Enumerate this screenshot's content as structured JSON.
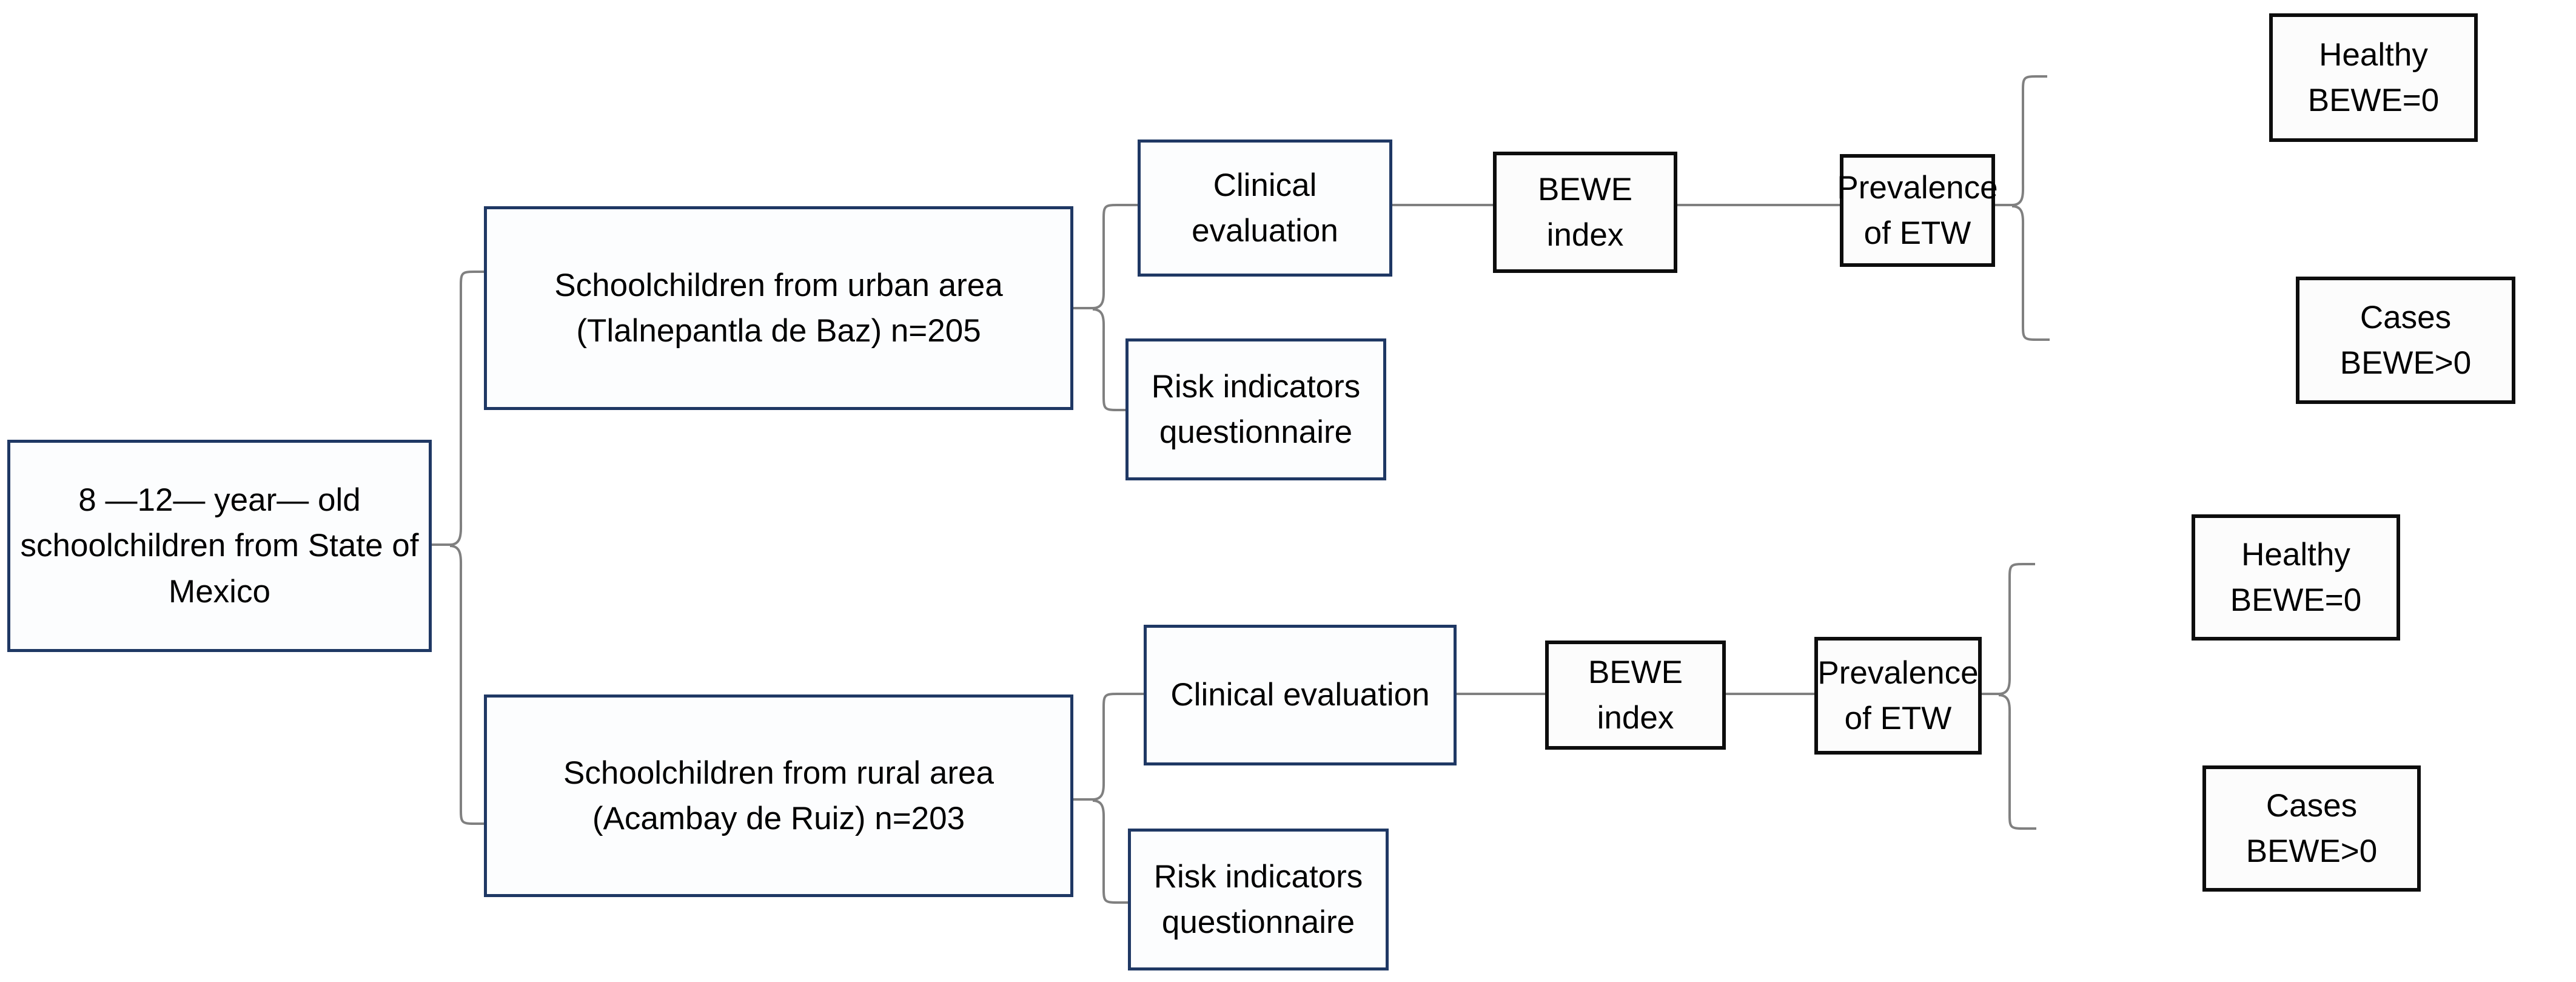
{
  "diagram": {
    "title": "Study design flow diagram",
    "colors": {
      "navy_border": "#1f3864",
      "black_border": "#0d0d0d",
      "connector": "#808080",
      "background": "#ffffff",
      "text": "#000000"
    },
    "nodes": {
      "root": {
        "label": "8 —12— year— old schoolchildren from State of Mexico",
        "border_style": "navy"
      },
      "urban_group": {
        "label": "Schoolchildren from urban area (Tlalnepantla de Baz) n=205",
        "border_style": "navy",
        "n": "n=205",
        "area": "urban",
        "locality": "Tlalnepantla de Baz"
      },
      "rural_group": {
        "label": "Schoolchildren from rural area (Acambay de Ruiz) n=203",
        "border_style": "navy",
        "n": "n=203",
        "area": "rural",
        "locality": "Acambay de Ruiz"
      },
      "urban_clinical": {
        "label": "Clinical evaluation",
        "border_style": "navy"
      },
      "urban_questionnaire": {
        "label": "Risk indicators questionnaire",
        "border_style": "navy"
      },
      "urban_bewe": {
        "label": "BEWE index",
        "border_style": "black"
      },
      "urban_prevalence": {
        "label": "Prevalence of ETW",
        "border_style": "black"
      },
      "urban_healthy": {
        "label": "Healthy BEWE=0",
        "border_style": "black"
      },
      "urban_cases": {
        "label": "Cases BEWE>0",
        "border_style": "black"
      },
      "rural_clinical": {
        "label": "Clinical evaluation",
        "border_style": "navy"
      },
      "rural_questionnaire": {
        "label": "Risk indicators questionnaire",
        "border_style": "navy"
      },
      "rural_bewe": {
        "label": "BEWE index",
        "border_style": "black"
      },
      "rural_prevalence": {
        "label": "Prevalence of ETW",
        "border_style": "black"
      },
      "rural_healthy": {
        "label": "Healthy BEWE=0",
        "border_style": "black"
      },
      "rural_cases": {
        "label": "Cases BEWE>0",
        "border_style": "black"
      }
    }
  }
}
